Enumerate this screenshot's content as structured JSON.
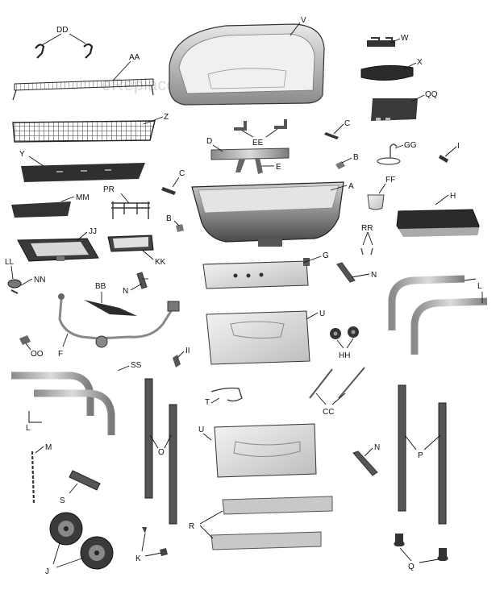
{
  "watermark": "eReplacementParts.com",
  "colors": {
    "dark": "#2b2b2b",
    "mid": "#7d7d7d",
    "light": "#c8c8c8",
    "steel": "#a0a0a0",
    "line": "#111111"
  },
  "labels": {
    "V": "V",
    "W": "W",
    "X": "X",
    "QQ": "QQ",
    "DD": "DD",
    "AA": "AA",
    "Z": "Z",
    "C1": "C",
    "C2": "C",
    "EE": "EE",
    "D": "D",
    "E": "E",
    "B1": "B",
    "B2": "B",
    "GG": "GG",
    "I": "I",
    "Y": "Y",
    "A": "A",
    "FF": "FF",
    "MM": "MM",
    "PR": "PR",
    "H": "H",
    "RR": "RR",
    "JJ": "JJ",
    "KK": "KK",
    "G": "G",
    "N1": "N",
    "N2": "N",
    "N3": "N",
    "LL": "LL",
    "NN": "NN",
    "BB": "BB",
    "L1": "L",
    "L2": "L",
    "U1": "U",
    "U2": "U",
    "HH": "HH",
    "OO": "OO",
    "F": "F",
    "SS": "SS",
    "II": "II",
    "T": "T",
    "CC": "CC",
    "O": "O",
    "M": "M",
    "S": "S",
    "P": "P",
    "R": "R",
    "J": "J",
    "K": "K",
    "Q": "Q"
  }
}
